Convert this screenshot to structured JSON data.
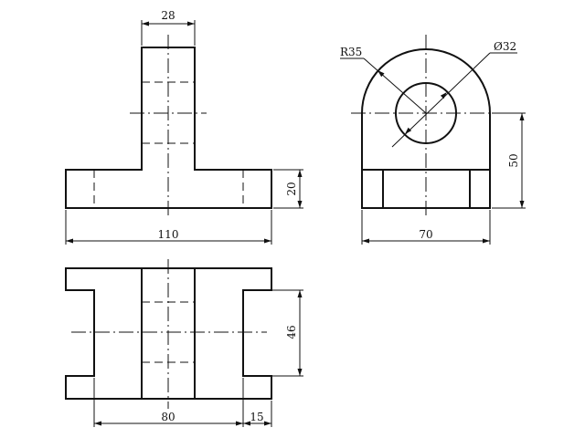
{
  "front_view": {
    "width_label": "110",
    "height_label": "20",
    "top_width_label": "28"
  },
  "side_view": {
    "radius_label": "R35",
    "hole_label": "Ø32",
    "height_label": "50",
    "width_label": "70"
  },
  "top_view": {
    "width_label": "80",
    "height_label": "46",
    "offset_label": "15"
  },
  "colors": {
    "line": "#111111",
    "background": "#ffffff"
  }
}
